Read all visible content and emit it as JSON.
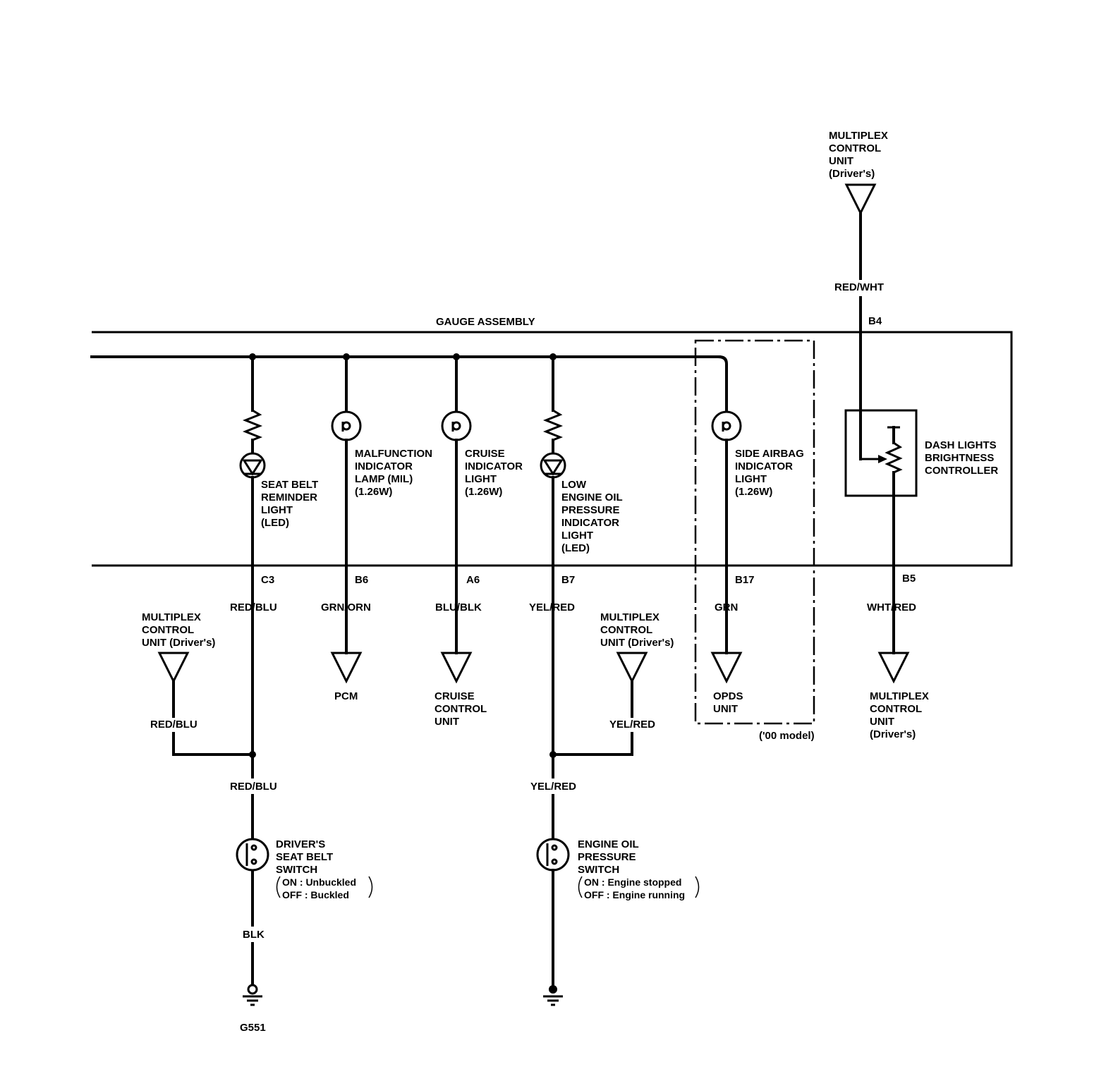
{
  "colors": {
    "ink": "#000000",
    "paper": "#ffffff"
  },
  "gauge": {
    "title": "GAUGE ASSEMBLY"
  },
  "top_source": {
    "lines": [
      "MULTIPLEX",
      "CONTROL",
      "UNIT",
      "(Driver's)"
    ],
    "wire": "RED/WHT",
    "pin": "B4"
  },
  "components": {
    "seatbelt_led": {
      "lines": [
        "SEAT BELT",
        "REMINDER",
        "LIGHT",
        "(LED)"
      ]
    },
    "mil": {
      "lines": [
        "MALFUNCTION",
        "INDICATOR",
        "LAMP (MIL)",
        "(1.26W)"
      ]
    },
    "cruise": {
      "lines": [
        "CRUISE",
        "INDICATOR",
        "LIGHT",
        "(1.26W)"
      ]
    },
    "oil_led": {
      "lines": [
        "LOW",
        "ENGINE OIL",
        "PRESSURE",
        "INDICATOR",
        "LIGHT",
        "(LED)"
      ]
    },
    "airbag": {
      "lines": [
        "SIDE AIRBAG",
        "INDICATOR",
        "LIGHT",
        "(1.26W)"
      ]
    },
    "dimmer": {
      "lines": [
        "DASH LIGHTS",
        "BRIGHTNESS",
        "CONTROLLER"
      ]
    }
  },
  "pins": {
    "c3": "C3",
    "b6": "B6",
    "a6": "A6",
    "b7": "B7",
    "b17": "B17",
    "b5": "B5"
  },
  "wires": {
    "seatbelt_top": "RED/BLU",
    "mil": "GRN/ORN",
    "cruise": "BLU/BLK",
    "oil_top": "YEL/RED",
    "airbag": "GRN",
    "dimmer_out": "WHT/RED",
    "mux_left": "RED/BLU",
    "seatbelt_bottom": "RED/BLU",
    "mux_mid": "YEL/RED",
    "oil_bottom": "YEL/RED",
    "ground": "BLK"
  },
  "destinations": {
    "mux_left": {
      "lines": [
        "MULTIPLEX",
        "CONTROL",
        "UNIT (Driver's)"
      ]
    },
    "pcm": {
      "lines": [
        "PCM"
      ]
    },
    "cruise_unit": {
      "lines": [
        "CRUISE",
        "CONTROL",
        "UNIT"
      ]
    },
    "mux_mid": {
      "lines": [
        "MULTIPLEX",
        "CONTROL",
        "UNIT (Driver's)"
      ]
    },
    "opds": {
      "lines": [
        "OPDS",
        "UNIT"
      ]
    },
    "mux_right": {
      "lines": [
        "MULTIPLEX",
        "CONTROL",
        "UNIT",
        "(Driver's)"
      ]
    }
  },
  "model_note": "('00 model)",
  "switches": {
    "seatbelt": {
      "lines": [
        "DRIVER'S",
        "SEAT BELT",
        "SWITCH"
      ],
      "state_on": "ON  : Unbuckled",
      "state_off": "OFF : Buckled"
    },
    "oil": {
      "lines": [
        "ENGINE OIL",
        "PRESSURE",
        "SWITCH"
      ],
      "state_on": "ON  : Engine stopped",
      "state_off": "OFF : Engine running"
    }
  },
  "ground": {
    "label": "G551"
  }
}
